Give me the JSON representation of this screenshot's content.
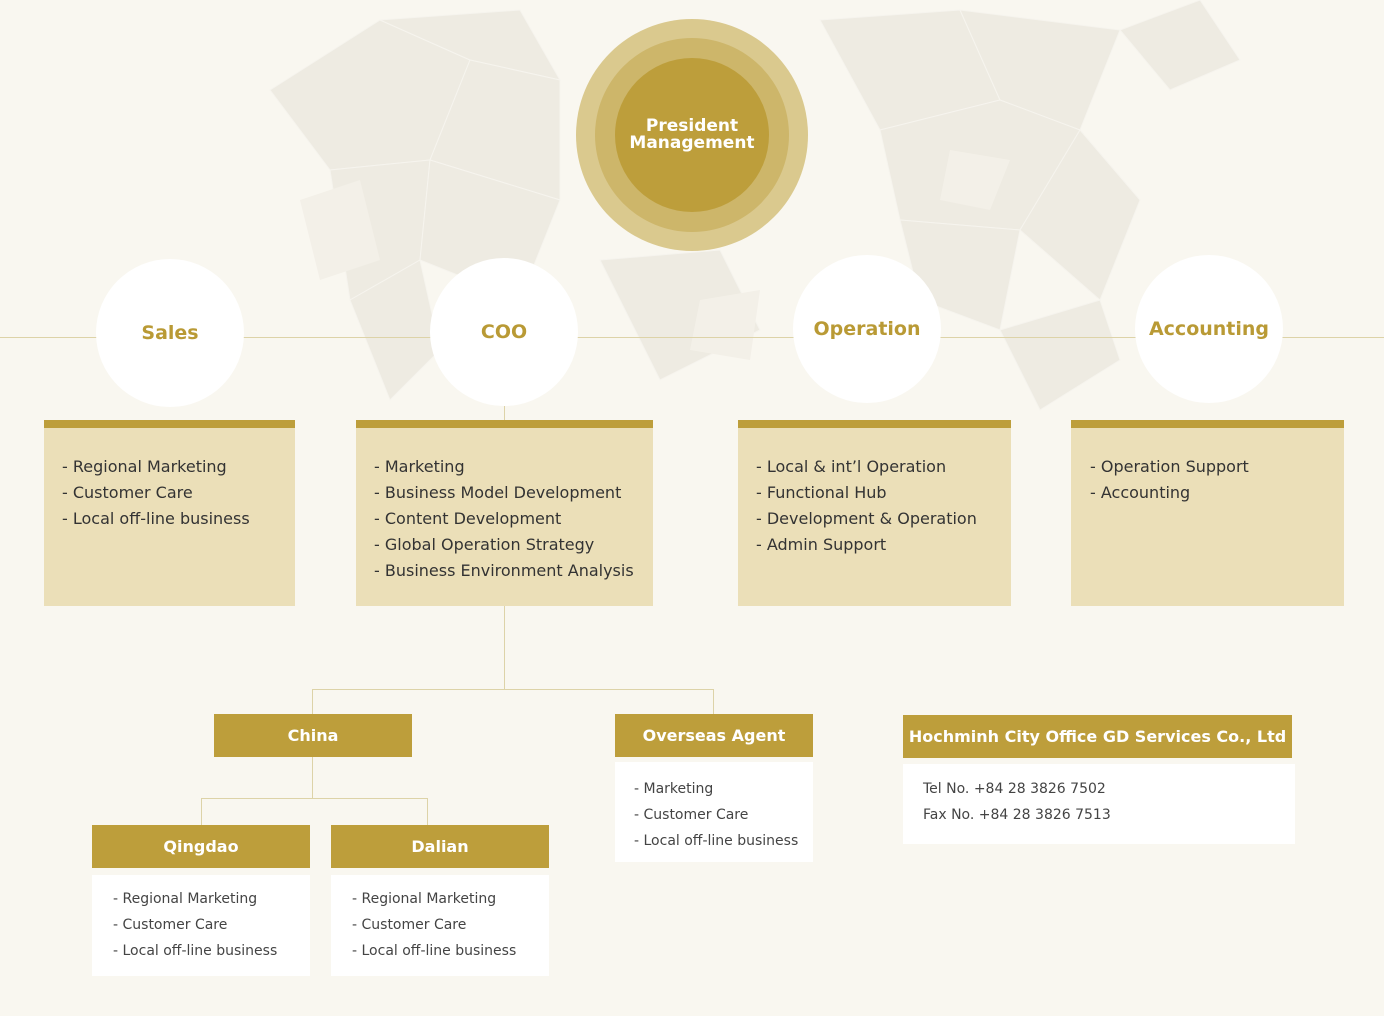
{
  "president": {
    "line1": "President",
    "line2": "Management"
  },
  "departments": [
    {
      "name": "Sales",
      "items": [
        "- Regional Marketing",
        "- Customer Care",
        "- Local off-line business"
      ]
    },
    {
      "name": "COO",
      "items": [
        "-  Marketing",
        "-  Business Model Development",
        "-  Content Development",
        "-  Global Operation Strategy",
        "-  Business Environment Analysis"
      ]
    },
    {
      "name": "Operation",
      "items": [
        "- Local & int’l Operation",
        "- Functional Hub",
        "- Development & Operation",
        "- Admin Support"
      ]
    },
    {
      "name": "Accounting",
      "items": [
        "- Operation Support",
        "- Accounting"
      ]
    }
  ],
  "china": {
    "name": "China"
  },
  "overseas": {
    "name": "Overseas Agent",
    "items": [
      "- Marketing",
      "- Customer Care",
      "- Local off-line business"
    ]
  },
  "qingdao": {
    "name": "Qingdao",
    "items": [
      "- Regional Marketing",
      "- Customer Care",
      "- Local off-line business"
    ]
  },
  "dalian": {
    "name": "Dalian",
    "items": [
      "- Regional Marketing",
      "- Customer Care",
      "- Local off-line business"
    ]
  },
  "office": {
    "name": "Hochminh City Office GD Services Co., Ltd",
    "tel": "Tel  No. +84 28 3826 7502",
    "fax": "Fax No. +84 28 3826 7513"
  },
  "colors": {
    "gold": "#bd9e3b",
    "light_gold": "#ebdfb8",
    "background": "#f9f7f0",
    "text_gold": "#b99a35"
  }
}
